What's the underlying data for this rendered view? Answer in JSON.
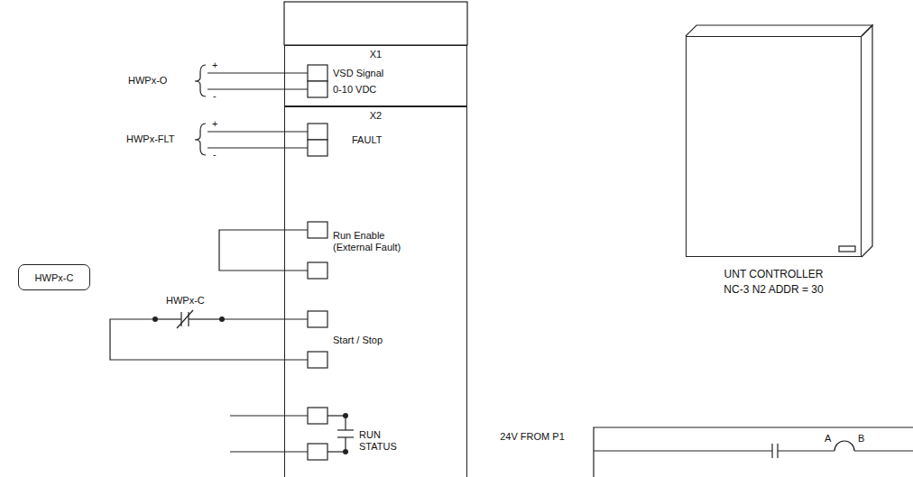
{
  "diagram": {
    "nodes": [
      {
        "text": [
          "X1"
        ]
      },
      {
        "text": [
          "X2"
        ]
      },
      {
        "text": [
          "HWPx-C"
        ]
      },
      {
        "text": [
          "UNT CONTROLLER NC-3 N2 ADDR = 30"
        ]
      }
    ],
    "labels": [
      "HWPx-O",
      "+",
      "-",
      "VSD Signal",
      "0-10 VDC",
      "HWPx-FLT",
      "+",
      "-",
      "FAULT",
      "Run Enable (External Fault)",
      "HWPx-C",
      "Start / Stop",
      "RUN STATUS",
      "24V FROM P1",
      "A",
      "B"
    ]
  }
}
